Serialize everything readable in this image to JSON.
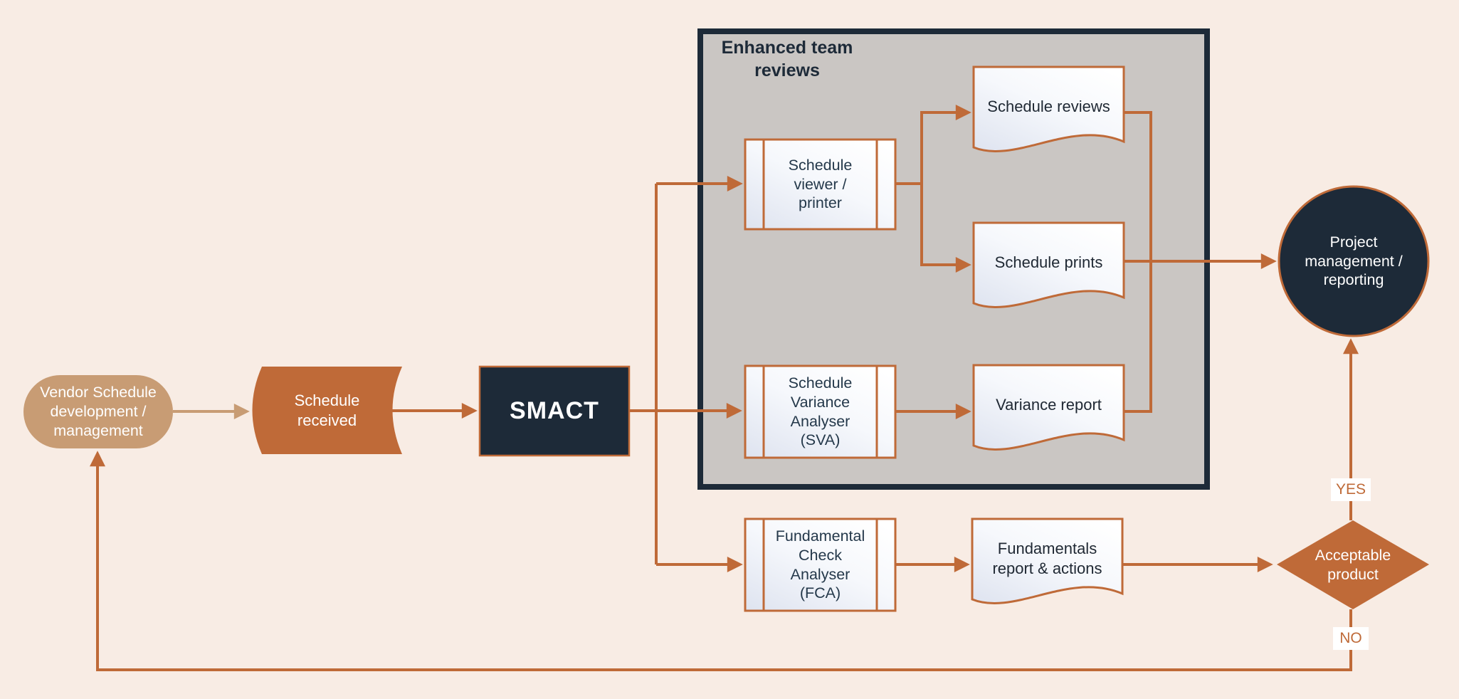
{
  "diagram": {
    "container_title": "Enhanced team\nreviews",
    "nodes": {
      "vendor": {
        "label": "Vendor Schedule\ndevelopment /\nmanagement",
        "shape": "terminator"
      },
      "schedule_received": {
        "label": "Schedule\nreceived",
        "shape": "stored-data"
      },
      "smact": {
        "label": "SMACT",
        "shape": "process"
      },
      "schedule_viewer": {
        "label": "Schedule\nviewer /\nprinter",
        "shape": "predefined-process"
      },
      "schedule_reviews": {
        "label": "Schedule reviews",
        "shape": "document"
      },
      "schedule_prints": {
        "label": "Schedule prints",
        "shape": "document"
      },
      "sva": {
        "label": "Schedule\nVariance\nAnalyser\n(SVA)",
        "shape": "predefined-process"
      },
      "variance_report": {
        "label": "Variance report",
        "shape": "document"
      },
      "fca": {
        "label": "Fundamental\nCheck\nAnalyser\n(FCA)",
        "shape": "predefined-process"
      },
      "fundamentals_report": {
        "label": "Fundamentals\nreport & actions",
        "shape": "document"
      },
      "acceptable_product": {
        "label": "Acceptable\nproduct",
        "shape": "decision"
      },
      "project_management": {
        "label": "Project\nmanagement /\nreporting",
        "shape": "circle"
      }
    },
    "edge_labels": {
      "yes": "YES",
      "no": "NO"
    },
    "colors": {
      "background": "#f8ece4",
      "orange": "#bf6a38",
      "tan": "#c89c74",
      "navy": "#1d2a38",
      "container_fill": "#cac6c3",
      "paper_top": "#ffffff",
      "paper_bottom": "#dfe4f0"
    }
  }
}
